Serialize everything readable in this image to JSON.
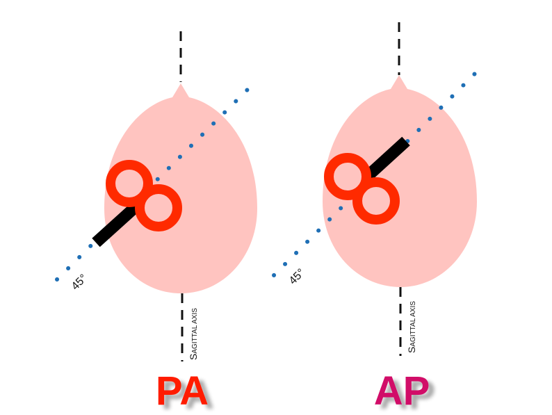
{
  "colors": {
    "head": "#ffc4c0",
    "coil": "#ff2a00",
    "handle": "#000000",
    "dotted_axis": "#1f6fb5",
    "sagittal": "#111111",
    "pa_label": "#ff1a00",
    "ap_label": "#d10a68"
  },
  "panels": [
    {
      "id": "pa",
      "label": "PA",
      "angle_label": "45°",
      "axis_prefix_big": "S",
      "axis_rest": "AGITTAL AXIS"
    },
    {
      "id": "ap",
      "label": "AP",
      "angle_label": "45°",
      "axis_prefix_big": "S",
      "axis_rest": "AGITTAL AXIS"
    }
  ]
}
